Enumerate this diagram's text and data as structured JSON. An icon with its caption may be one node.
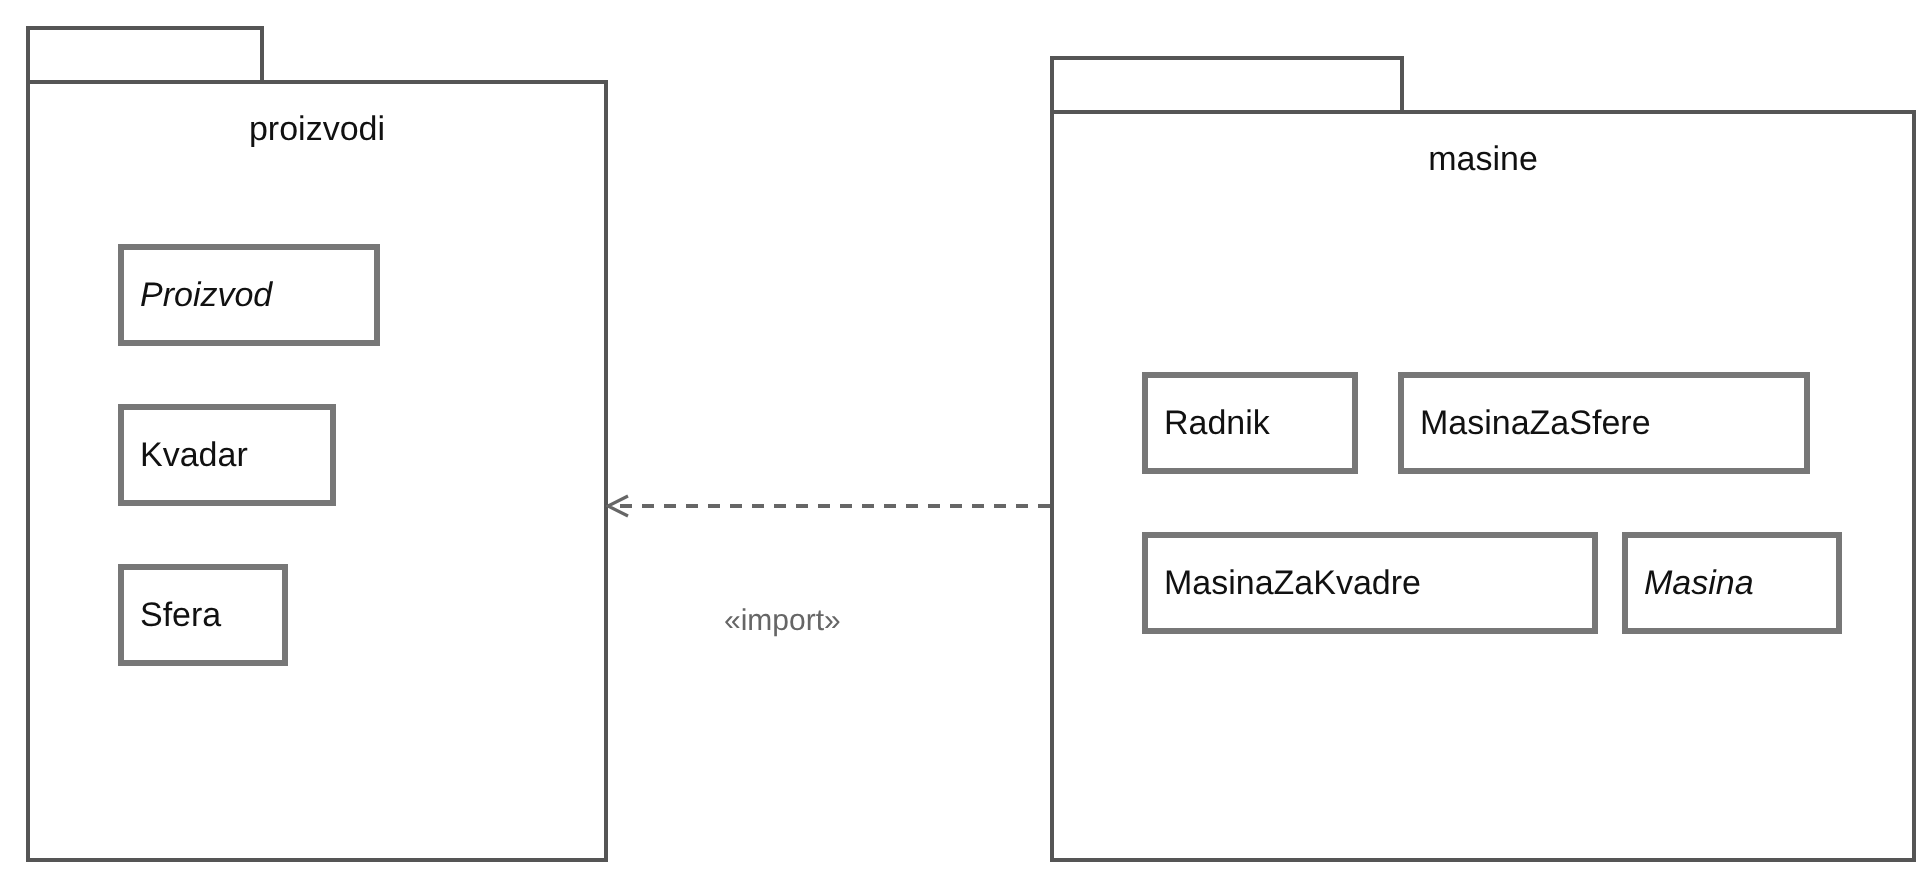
{
  "diagram": {
    "nodes": [
      {
        "text": [
          "proizvodi"
        ]
      },
      {
        "text": [
          "Proizvod"
        ],
        "in": 0
      },
      {
        "text": [
          "Kvadar"
        ],
        "in": 0
      },
      {
        "text": [
          "Sfera"
        ],
        "in": 0
      },
      {
        "text": [
          "masine"
        ]
      },
      {
        "text": [
          "Radnik"
        ],
        "in": 4
      },
      {
        "text": [
          "MasinaZaSfere"
        ],
        "in": 4
      },
      {
        "text": [
          "MasinaZaKvadre"
        ],
        "in": 4
      },
      {
        "text": [
          "Masina"
        ],
        "in": 4
      }
    ],
    "edges": [
      {
        "from": 4,
        "to": 0,
        "arrow": "to",
        "style": "dashed",
        "label": "«import»"
      }
    ]
  }
}
